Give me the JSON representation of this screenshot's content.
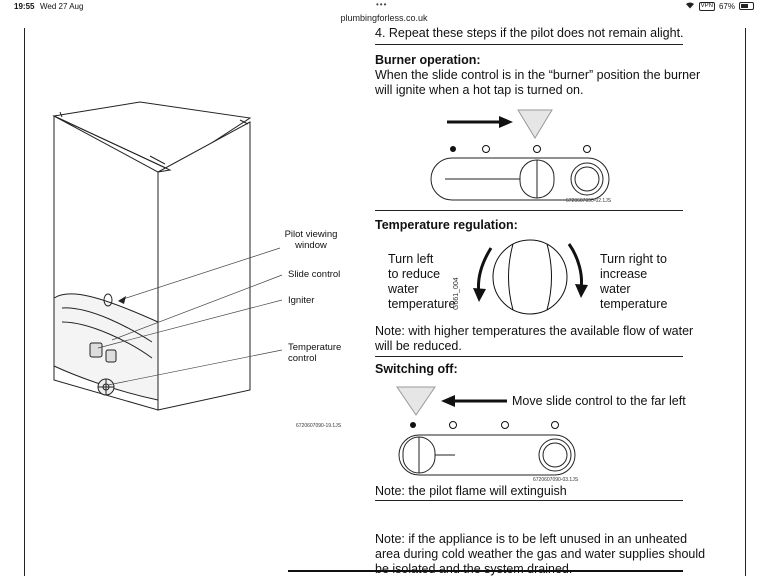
{
  "status_bar": {
    "time": "19:55",
    "date": "Wed 27 Aug",
    "dots": "•••",
    "vpn": "VPN",
    "battery": "67%"
  },
  "browser": {
    "url": "plumbingforless.co.uk"
  },
  "doc": {
    "step4": "4. Repeat these steps if the pilot does not remain alight.",
    "burner_heading": "Burner operation:",
    "burner_text_1": "When the slide control is in the “burner” position the burner",
    "burner_text_2": "will ignite when a hot tap is turned on.",
    "diagram1_code": "6720607090-02.1JS",
    "temp_heading": "Temperature regulation:",
    "turn_left": [
      "Turn left",
      "to reduce",
      "water",
      "temperature"
    ],
    "turn_right": [
      "Turn right to",
      "increase",
      "water",
      "temperature"
    ],
    "knob_code": "G661_004",
    "note_flow_1": "Note: with higher temperatures the available flow of water",
    "note_flow_2": "will be reduced.",
    "switch_heading": "Switching off:",
    "move_slide": "Move slide control to the far left",
    "diagram2_code": "6720607090-03.1JS",
    "note_pilot": "Note: the pilot flame will extinguish",
    "note_unused_1": "Note: if the appliance is to be left unused in an unheated",
    "note_unused_2": "area during cold weather the gas and water supplies should",
    "note_unused_3": "be isolated and the system drained.",
    "heater_labels": {
      "pilot_1": "Pilot viewing",
      "pilot_2": "window",
      "slide": "Slide control",
      "igniter": "Igniter",
      "temp_1": "Temperature",
      "temp_2": "control",
      "code": "6720607090-19.1JS"
    }
  }
}
